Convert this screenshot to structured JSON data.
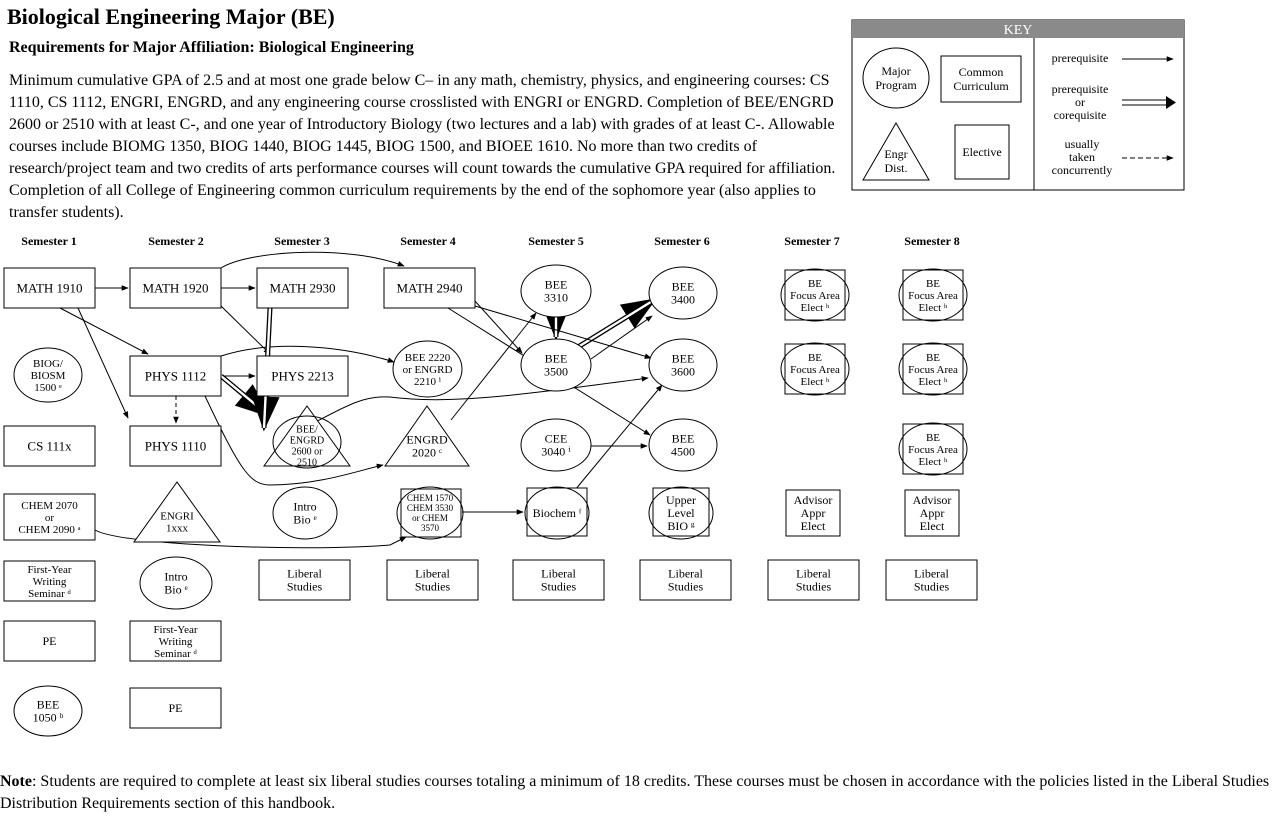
{
  "header": {
    "title": "Biological Engineering Major (BE)",
    "subtitle": "Requirements for Major Affiliation:  Biological Engineering",
    "intro": "Minimum cumulative  GPA of 2.5 and at most one grade below C– in any math, chemistry, physics, and engineering courses: CS 1110, CS 1112, ENGRI, ENGRD, and any engineering course crosslisted with ENGRI or ENGRD. Completion of BEE/ENGRD 2600 or 2510 with at least C-, and one year of Introductory Biology (two lectures and a lab) with grades of at least C-. Allowable courses include BIOMG 1350, BIOG 1440, BIOG 1445, BIOG 1500, and BIOEE 1610. No more than two credits of research/project team and two credits of arts performance courses will count towards the cumulative GPA required for affiliation. Completion of all College of Engineering common curriculum requirements by the end of the sophomore year (also applies to transfer students)."
  },
  "key": {
    "title": "KEY",
    "major": [
      "Major",
      "Program"
    ],
    "common": [
      "Common",
      "Curriculum"
    ],
    "engr": [
      "Engr",
      "Dist."
    ],
    "elective": "Elective",
    "prereq": "prerequisite",
    "prereq_or_co": [
      "prerequisite",
      "or",
      "corequisite"
    ],
    "concurrent": [
      "usually",
      "taken",
      "concurrently"
    ]
  },
  "semesters": [
    "Semester 1",
    "Semester 2",
    "Semester 3",
    "Semester 4",
    "Semester 5",
    "Semester 6",
    "Semester 7",
    "Semester 8"
  ],
  "courses": {
    "math1910": [
      "MATH 1910"
    ],
    "math1920": [
      "MATH 1920"
    ],
    "math2930": [
      "MATH 2930"
    ],
    "math2940": [
      "MATH 2940"
    ],
    "biog1500": [
      "BIOG/",
      "BIOSM",
      "1500 ᵉ"
    ],
    "phys1112": [
      "PHYS 1112"
    ],
    "phys2213": [
      "PHYS 2213"
    ],
    "bee2220": [
      "BEE 2220",
      "or ENGRD",
      "2210 ⁱ"
    ],
    "cs111x": [
      "CS 111x"
    ],
    "phys1110": [
      "PHYS 1110"
    ],
    "bee2600": [
      "BEE/",
      "ENGRD",
      "2600 or",
      "2510"
    ],
    "engrd2020": [
      "ENGRD",
      "2020 ᶜ"
    ],
    "chem2070": [
      "CHEM 2070",
      "or",
      "CHEM  2090 ᵃ"
    ],
    "engri1xxx": [
      "ENGRI",
      "1xxx"
    ],
    "introbio3": [
      "Intro",
      "Bio ᵉ"
    ],
    "chem1570": [
      "CHEM 1570",
      "CHEM 3530",
      "or CHEM",
      "3570"
    ],
    "bee3310": [
      "BEE",
      "3310"
    ],
    "bee3500": [
      "BEE",
      "3500"
    ],
    "cee3040": [
      "CEE",
      "3040 ⁱ"
    ],
    "biochem": [
      "Biochem ᶠ"
    ],
    "bee3400": [
      "BEE",
      "3400"
    ],
    "bee3600": [
      "BEE",
      "3600"
    ],
    "bee4500": [
      "BEE",
      "4500"
    ],
    "upperbio": [
      "Upper",
      "Level",
      "BIO ᵍ"
    ],
    "focus71": [
      "BE",
      "Focus Area",
      "Elect ʰ"
    ],
    "focus72": [
      "BE",
      "Focus Area",
      "Elect ʰ"
    ],
    "advisor7": [
      "Advisor",
      "Appr",
      "Elect"
    ],
    "focus81": [
      "BE",
      "Focus Area",
      "Elect ʰ"
    ],
    "focus82": [
      "BE",
      "Focus Area",
      "Elect ʰ"
    ],
    "focus83": [
      "BE",
      "Focus Area",
      "Elect ʰ"
    ],
    "advisor8": [
      "Advisor",
      "Appr",
      "Elect"
    ],
    "fyws1": [
      "First-Year",
      "Writing",
      "Seminar ᵈ"
    ],
    "introbio2": [
      "Intro",
      "Bio ᵉ"
    ],
    "liberal": [
      "Liberal",
      "Studies"
    ],
    "pe": [
      "PE"
    ],
    "fyws2": [
      "First-Year",
      "Writing",
      "Seminar ᵈ"
    ],
    "bee1050": [
      "BEE",
      "1050 ᵇ"
    ]
  },
  "note": {
    "label": "Note",
    "text": ": Students are required to complete at least six liberal studies courses totaling a minimum of 18 credits.  These courses must be chosen in accordance with the policies listed in the Liberal Studies Distribution Requirements section of this handbook."
  }
}
